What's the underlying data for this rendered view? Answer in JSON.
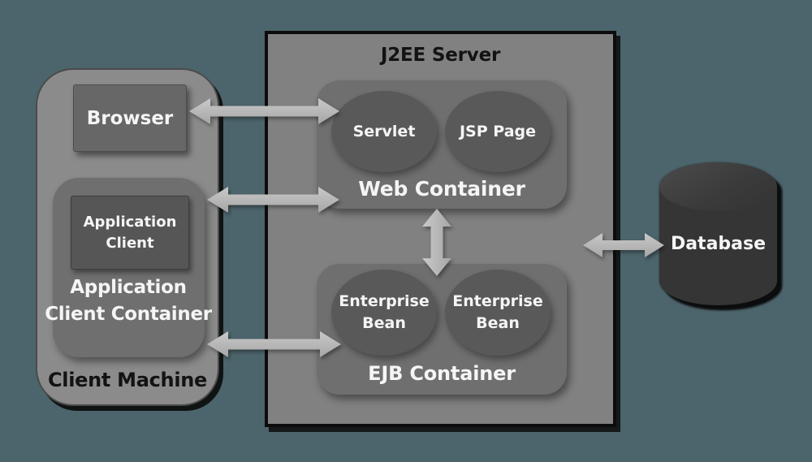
{
  "client_machine": {
    "label": "Client Machine",
    "browser_label": "Browser",
    "app_client_container_label": "Application Client Container",
    "app_client_label": "Application Client"
  },
  "server": {
    "title": "J2EE Server",
    "web_container": {
      "label": "Web Container",
      "nodes": [
        "Servlet",
        "JSP Page"
      ]
    },
    "ejb_container": {
      "label": "EJB Container",
      "nodes": [
        "Enterprise Bean",
        "Enterprise Bean"
      ]
    }
  },
  "database": {
    "label": "Database"
  },
  "connections": [
    {
      "from": "Browser",
      "to": "Web Container",
      "direction": "bidirectional"
    },
    {
      "from": "Application Client Container",
      "to": "Web Container",
      "direction": "bidirectional"
    },
    {
      "from": "Application Client Container",
      "to": "EJB Container",
      "direction": "bidirectional"
    },
    {
      "from": "Web Container",
      "to": "EJB Container",
      "direction": "bidirectional"
    },
    {
      "from": "J2EE Server",
      "to": "Database",
      "direction": "bidirectional"
    }
  ],
  "colors": {
    "background": "#4c646b",
    "client_machine_fill": "#8b8b8b",
    "server_fill": "#818181",
    "container_fill": "#6f6f6f",
    "node_ellipse_fill": "#595959",
    "browser_box_fill": "#676767",
    "app_client_box_fill": "#565656",
    "database_fill": "#353535",
    "arrow_fill": "#b6b6b6",
    "outline": "#0c0c0c",
    "dark_text": "#131313",
    "light_text": "#f5f5f5"
  }
}
